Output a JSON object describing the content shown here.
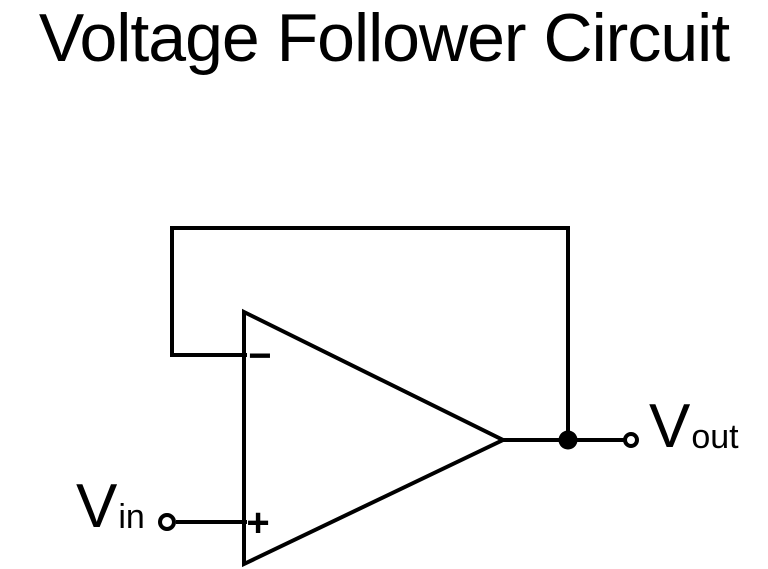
{
  "title": "Voltage Follower Circuit",
  "colors": {
    "ink": "#000000",
    "background": "#ffffff"
  },
  "opamp": {
    "inverting_input_label": "−",
    "noninverting_input_label": "+"
  },
  "terminals": {
    "input": {
      "base": "V",
      "subscript": "in"
    },
    "output": {
      "base": "V",
      "subscript": "out"
    }
  }
}
